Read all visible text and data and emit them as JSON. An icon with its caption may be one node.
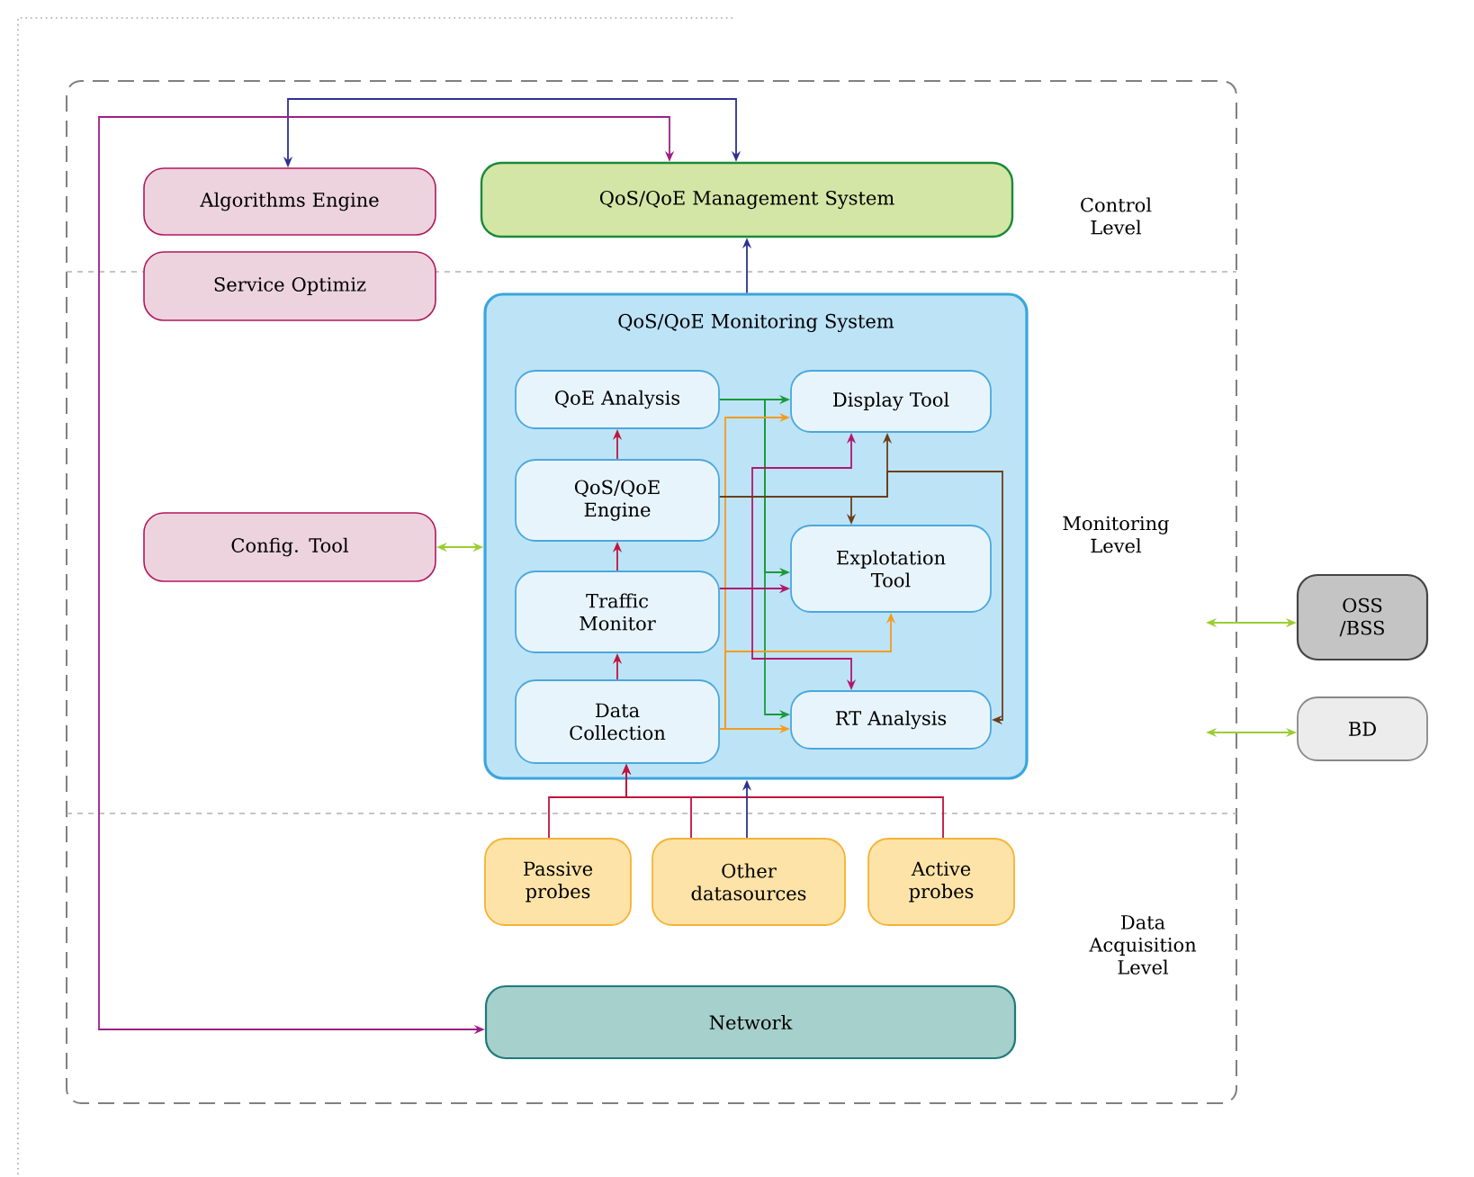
{
  "diagram": {
    "nodes": [
      {
        "text": [
          "Algorithms Engine"
        ]
      },
      {
        "text": [
          "QoS/QoE Management System"
        ]
      },
      {
        "text": [
          "Service Optimiz"
        ]
      },
      {
        "text": [
          "QoS/QoE Monitoring System"
        ]
      },
      {
        "text": [
          "QoE Analysis"
        ],
        "in": 3
      },
      {
        "text": [
          "Display Tool"
        ],
        "in": 3
      },
      {
        "text": [
          "QoS/QoE Engine"
        ],
        "in": 3
      },
      {
        "text": [
          "Explotation Tool"
        ],
        "in": 3
      },
      {
        "text": [
          "Traffic Monitor"
        ],
        "in": 3
      },
      {
        "text": [
          "Data Collection"
        ],
        "in": 3
      },
      {
        "text": [
          "RT Analysis"
        ],
        "in": 3
      },
      {
        "text": [
          "Config. Tool"
        ]
      },
      {
        "text": [
          "Passive probes"
        ]
      },
      {
        "text": [
          "Other datasources"
        ]
      },
      {
        "text": [
          "Active probes"
        ]
      },
      {
        "text": [
          "Network"
        ]
      },
      {
        "text": [
          "OSS /BSS"
        ]
      },
      {
        "text": [
          "BD"
        ]
      }
    ],
    "edges": [
      {
        "from": 0,
        "to": 1,
        "arrow": "both",
        "color": "#2e3192"
      },
      {
        "from": 1,
        "to": 15,
        "arrow": "both",
        "color": "#9e1f84"
      },
      {
        "from": 3,
        "to": 1,
        "arrow": "to",
        "color": "#2e3192"
      },
      {
        "from": 6,
        "to": 4,
        "arrow": "to",
        "color": "#c0143c"
      },
      {
        "from": 8,
        "to": 6,
        "arrow": "to",
        "color": "#c0143c"
      },
      {
        "from": 9,
        "to": 8,
        "arrow": "to",
        "color": "#c0143c"
      },
      {
        "from": 12,
        "to": 9,
        "arrow": "to",
        "color": "#c0143c"
      },
      {
        "from": 13,
        "to": 9,
        "arrow": "to",
        "color": "#c0143c"
      },
      {
        "from": 14,
        "to": 9,
        "arrow": "to",
        "color": "#c0143c"
      },
      {
        "from": 13,
        "to": 3,
        "arrow": "to",
        "color": "#2e3192"
      },
      {
        "from": 11,
        "to": 3,
        "arrow": "both",
        "color": "#9acd32"
      },
      {
        "from": null,
        "to": 16,
        "arrow": "both",
        "color": "#9acd32"
      },
      {
        "from": null,
        "to": 17,
        "arrow": "both",
        "color": "#9acd32"
      },
      {
        "from": 4,
        "to": 5,
        "arrow": "to",
        "color": "#1a9a3a"
      },
      {
        "from": 4,
        "to": 7,
        "arrow": "to",
        "color": "#1a9a3a"
      },
      {
        "from": 4,
        "to": 10,
        "arrow": "to",
        "color": "#1a9a3a"
      },
      {
        "from": 9,
        "to": 5,
        "arrow": "to",
        "color": "#f39c1e"
      },
      {
        "from": 9,
        "to": 7,
        "arrow": "to",
        "color": "#f39c1e"
      },
      {
        "from": 9,
        "to": 10,
        "arrow": "to",
        "color": "#f39c1e"
      },
      {
        "from": 8,
        "to": 7,
        "arrow": "to",
        "color": "#b0186e"
      },
      {
        "from": 8,
        "to": 5,
        "arrow": "to",
        "color": "#b0186e"
      },
      {
        "from": 8,
        "to": 10,
        "arrow": "to",
        "color": "#b0186e"
      },
      {
        "from": 6,
        "to": 5,
        "arrow": "to",
        "color": "#6b3f1a"
      },
      {
        "from": 6,
        "to": 7,
        "arrow": "to",
        "color": "#6b3f1a"
      },
      {
        "from": 6,
        "to": 10,
        "arrow": "to",
        "color": "#6b3f1a"
      }
    ],
    "labels": [
      "Control Level",
      "Monitoring Level",
      "Data Acquisition Level"
    ]
  }
}
